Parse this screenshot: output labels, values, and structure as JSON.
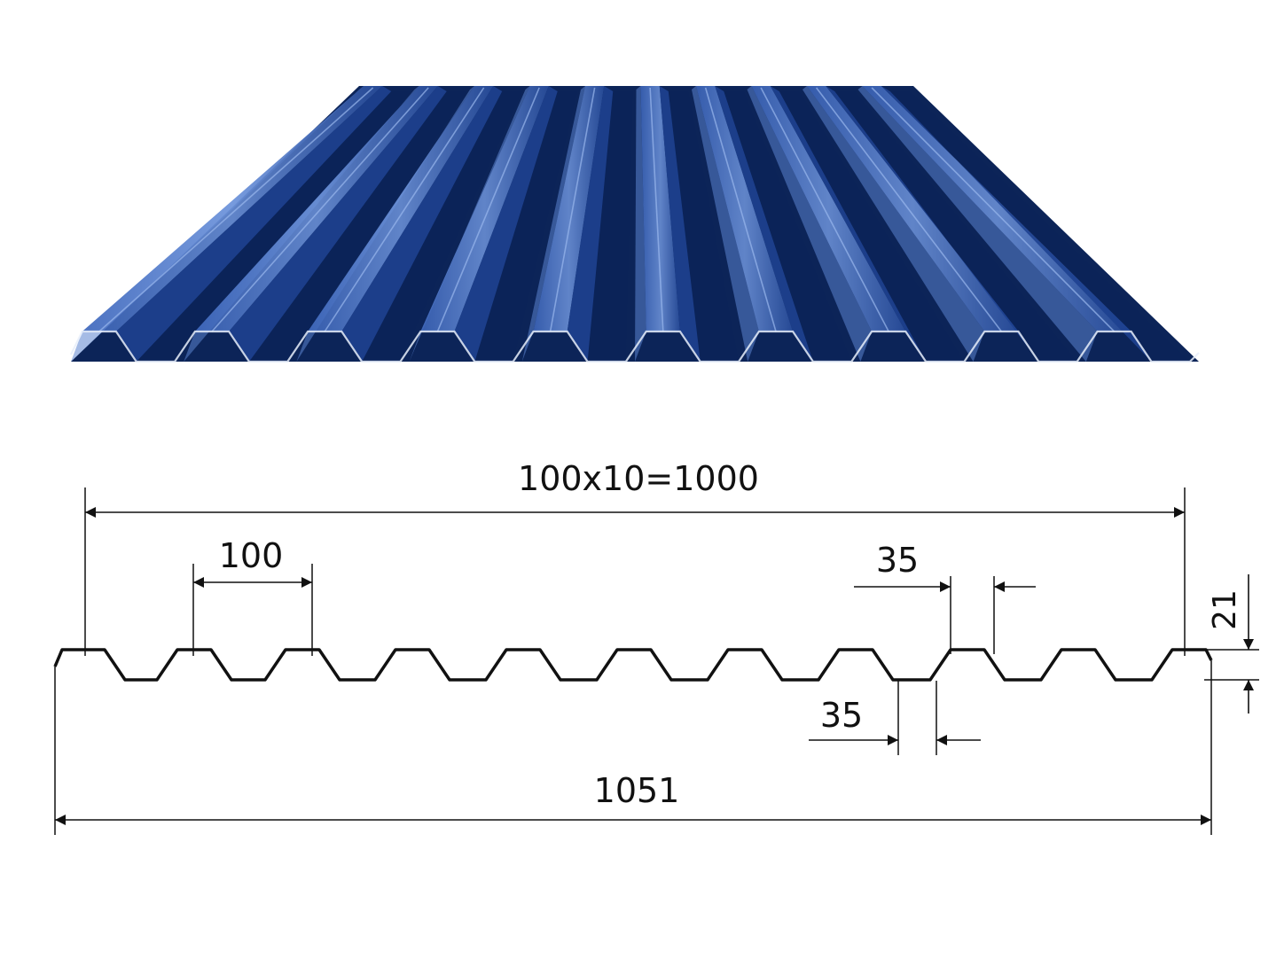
{
  "colors": {
    "sheet_dark": "#0c2458",
    "sheet_mid": "#1e4190",
    "sheet_light": "#5b83cf",
    "line": "#111111"
  },
  "dimensions": {
    "overall_pitch": "100x10=1000",
    "rib_pitch": "100",
    "crest_width": "35",
    "valley_width": "35",
    "height": "21",
    "total_width": "1051"
  }
}
